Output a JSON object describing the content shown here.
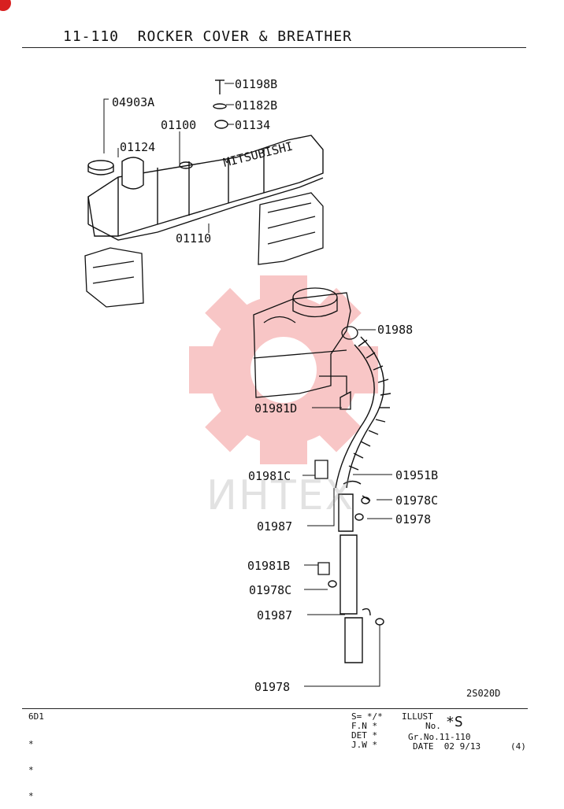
{
  "title": "11-110  ROCKER COVER & BREATHER",
  "watermark": "ИНТЕХ",
  "parts": [
    {
      "code": "01198B"
    },
    {
      "code": "01182B"
    },
    {
      "code": "04903A"
    },
    {
      "code": "01100"
    },
    {
      "code": "01134"
    },
    {
      "code": "01124"
    },
    {
      "code": "01110"
    },
    {
      "code": "01988"
    },
    {
      "code": "01981D"
    },
    {
      "code": "01981C"
    },
    {
      "code": "01951B"
    },
    {
      "code": "01978C"
    },
    {
      "code": "01987"
    },
    {
      "code": "01978"
    },
    {
      "code": "01981B"
    },
    {
      "code": "01978C"
    },
    {
      "code": "01987"
    },
    {
      "code": "01978"
    }
  ],
  "cover_text": "MITSUBISHI",
  "drawing_code": "2S020D",
  "footer": {
    "model": "6D1",
    "stars": [
      "*",
      "*",
      "*"
    ],
    "s_line": "S= */*",
    "fn_line": "F.N *",
    "det_line": "DET *",
    "jw_line": "J.W *",
    "illust": "ILLUST",
    "no_label": "No.",
    "no_value": "*S",
    "gr_no": "Gr.No.11-110",
    "date": "DATE  02 9/13",
    "page": "(4)"
  },
  "colors": {
    "ink": "#111111",
    "watermark": "#f4a6a6",
    "badge": "#d82020"
  }
}
